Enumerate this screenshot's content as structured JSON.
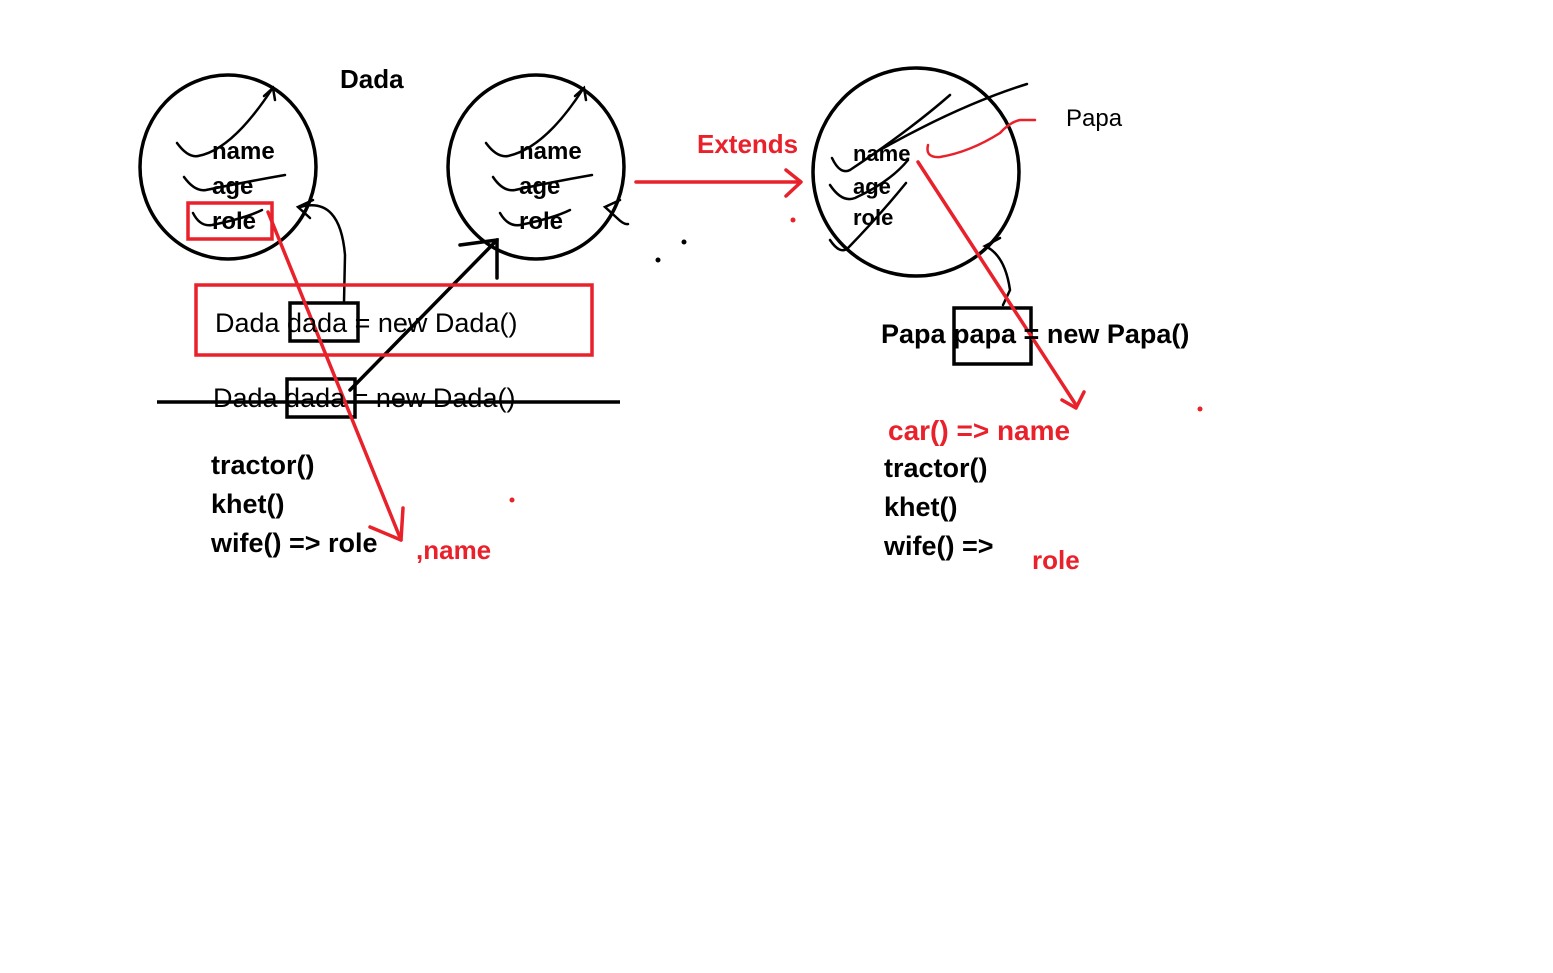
{
  "labels": {
    "dada_title": "Dada",
    "papa_title": "Papa",
    "extends": "Extends",
    "obj1": {
      "name": "name",
      "age": "age",
      "role": "role"
    },
    "obj2": {
      "name": "name",
      "age": "age",
      "role": "role"
    },
    "obj3": {
      "name": "name",
      "age": "age",
      "role": "role"
    },
    "dada_decl": "Dada dada = new Dada()",
    "dada_decl_struck": "Dada dada = new Dada()",
    "dada_methods": [
      "tractor()",
      "khet()",
      "wife() => role"
    ],
    "dada_extra": ",name",
    "papa_decl": "Papa papa = new Papa()",
    "papa_car": "car() => name",
    "papa_methods": [
      "tractor()",
      "khet()",
      "wife() =>"
    ],
    "papa_extra": "role"
  },
  "colors": {
    "ink": "#000000",
    "accent": "#e8212b",
    "background": "#ffffff"
  }
}
